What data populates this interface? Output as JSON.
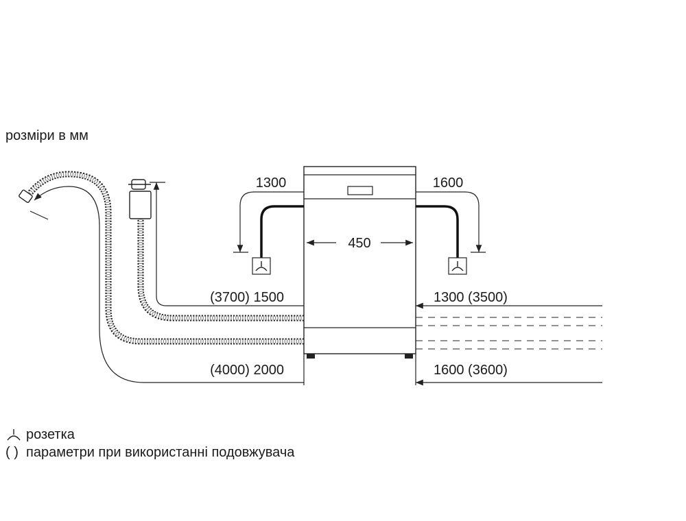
{
  "unit_caption": "розміри в мм",
  "dimensions": {
    "left_top": "1300",
    "right_top": "1600",
    "width": "450",
    "left_mid": "(3700) 1500",
    "right_mid": "1300 (3500)",
    "left_bottom": "(4000) 2000",
    "right_bottom": "1600 (3600)"
  },
  "legend": {
    "socket_label": "розетка",
    "extension_symbol": "( )",
    "extension_label": "параметри при використанні подовжувача"
  },
  "icons": [
    "socket-symbol-icon",
    "dishwasher-front",
    "drain-hose",
    "water-inlet-hose"
  ]
}
